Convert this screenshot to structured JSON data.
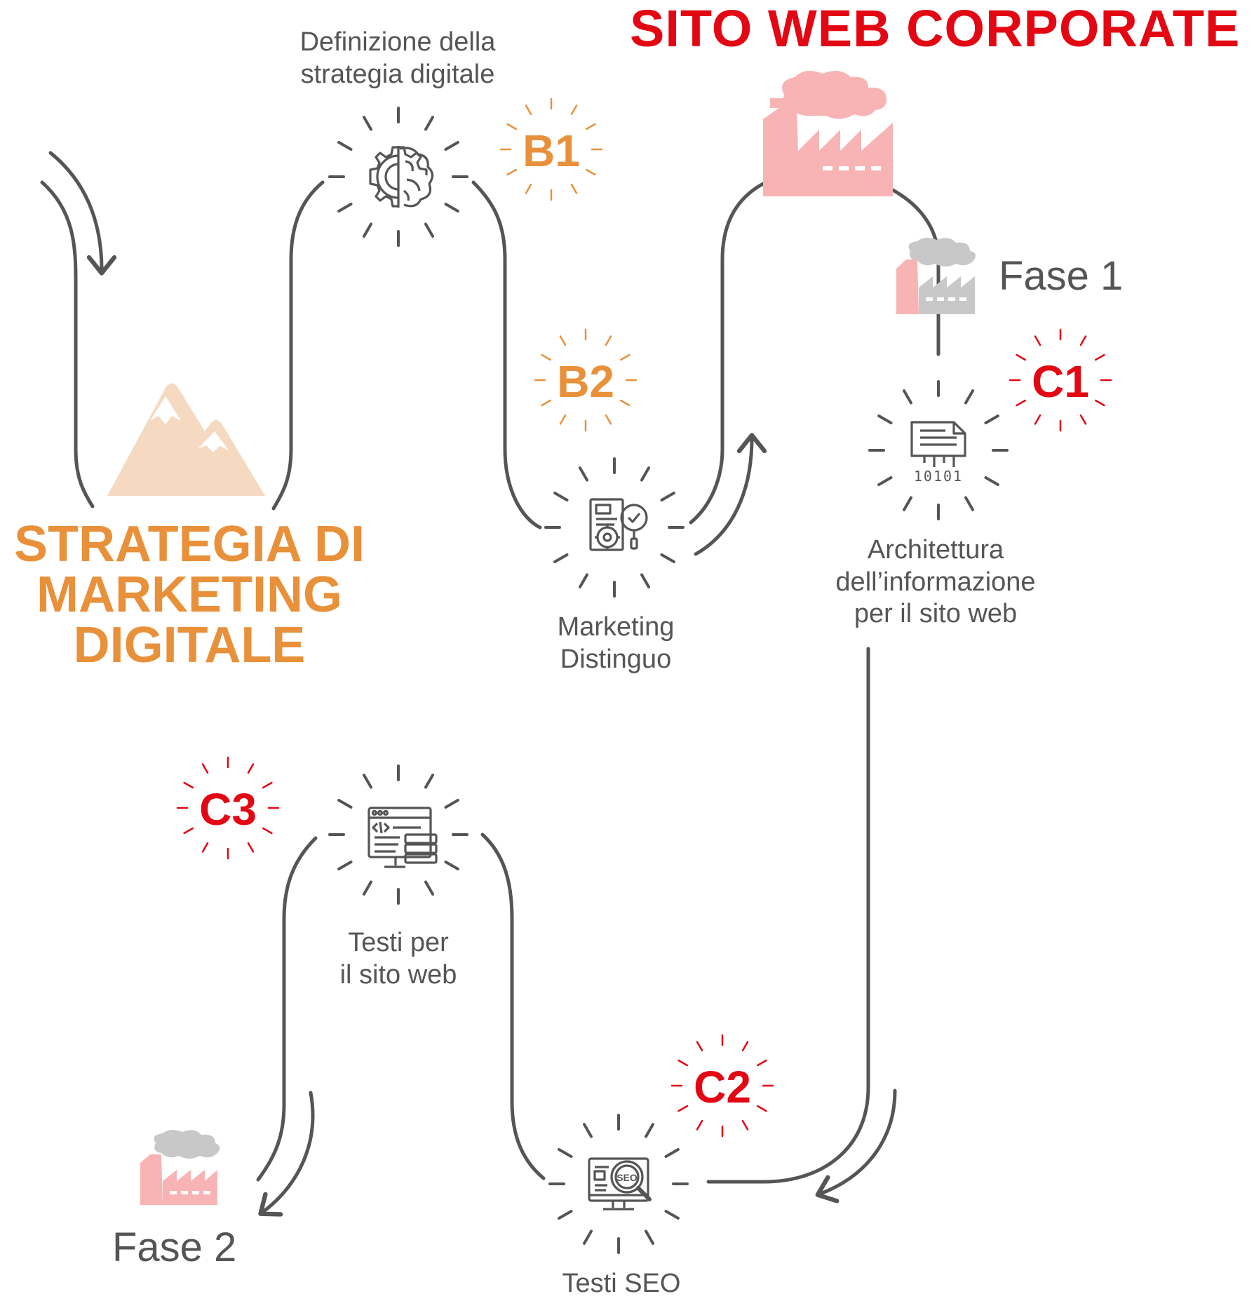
{
  "colors": {
    "orange": "#E8913A",
    "red": "#E30613",
    "line": "#555555",
    "mountain": "#F5D9C0",
    "factory_pink": "#F8B4B4",
    "factory_grey": "#C8C8C8"
  },
  "headings": {
    "strategy": "STRATEGIA DI\nMARKETING\nDIGITALE",
    "website": "SITO WEB CORPORATE"
  },
  "phases": {
    "phase1": "Fase 1",
    "phase2": "Fase 2"
  },
  "badges": {
    "b1": "B1",
    "b2": "B2",
    "c1": "C1",
    "c2": "C2",
    "c3": "C3"
  },
  "nodes": {
    "strategy_definition": {
      "label": "Definizione della\nstrategia digitale",
      "icon": "gear-brain-icon"
    },
    "marketing_distinguo": {
      "label": "Marketing\nDistinguo",
      "icon": "document-gear-check-icon"
    },
    "information_architecture": {
      "label": "Architettura\ndell’informazione\nper il sito web",
      "icon": "document-binary-icon"
    },
    "website_texts": {
      "label": "Testi per\nil sito web",
      "icon": "browser-code-icon"
    },
    "seo_texts": {
      "label": "Testi SEO",
      "icon": "seo-magnifier-icon"
    }
  },
  "binary_text": "10101"
}
